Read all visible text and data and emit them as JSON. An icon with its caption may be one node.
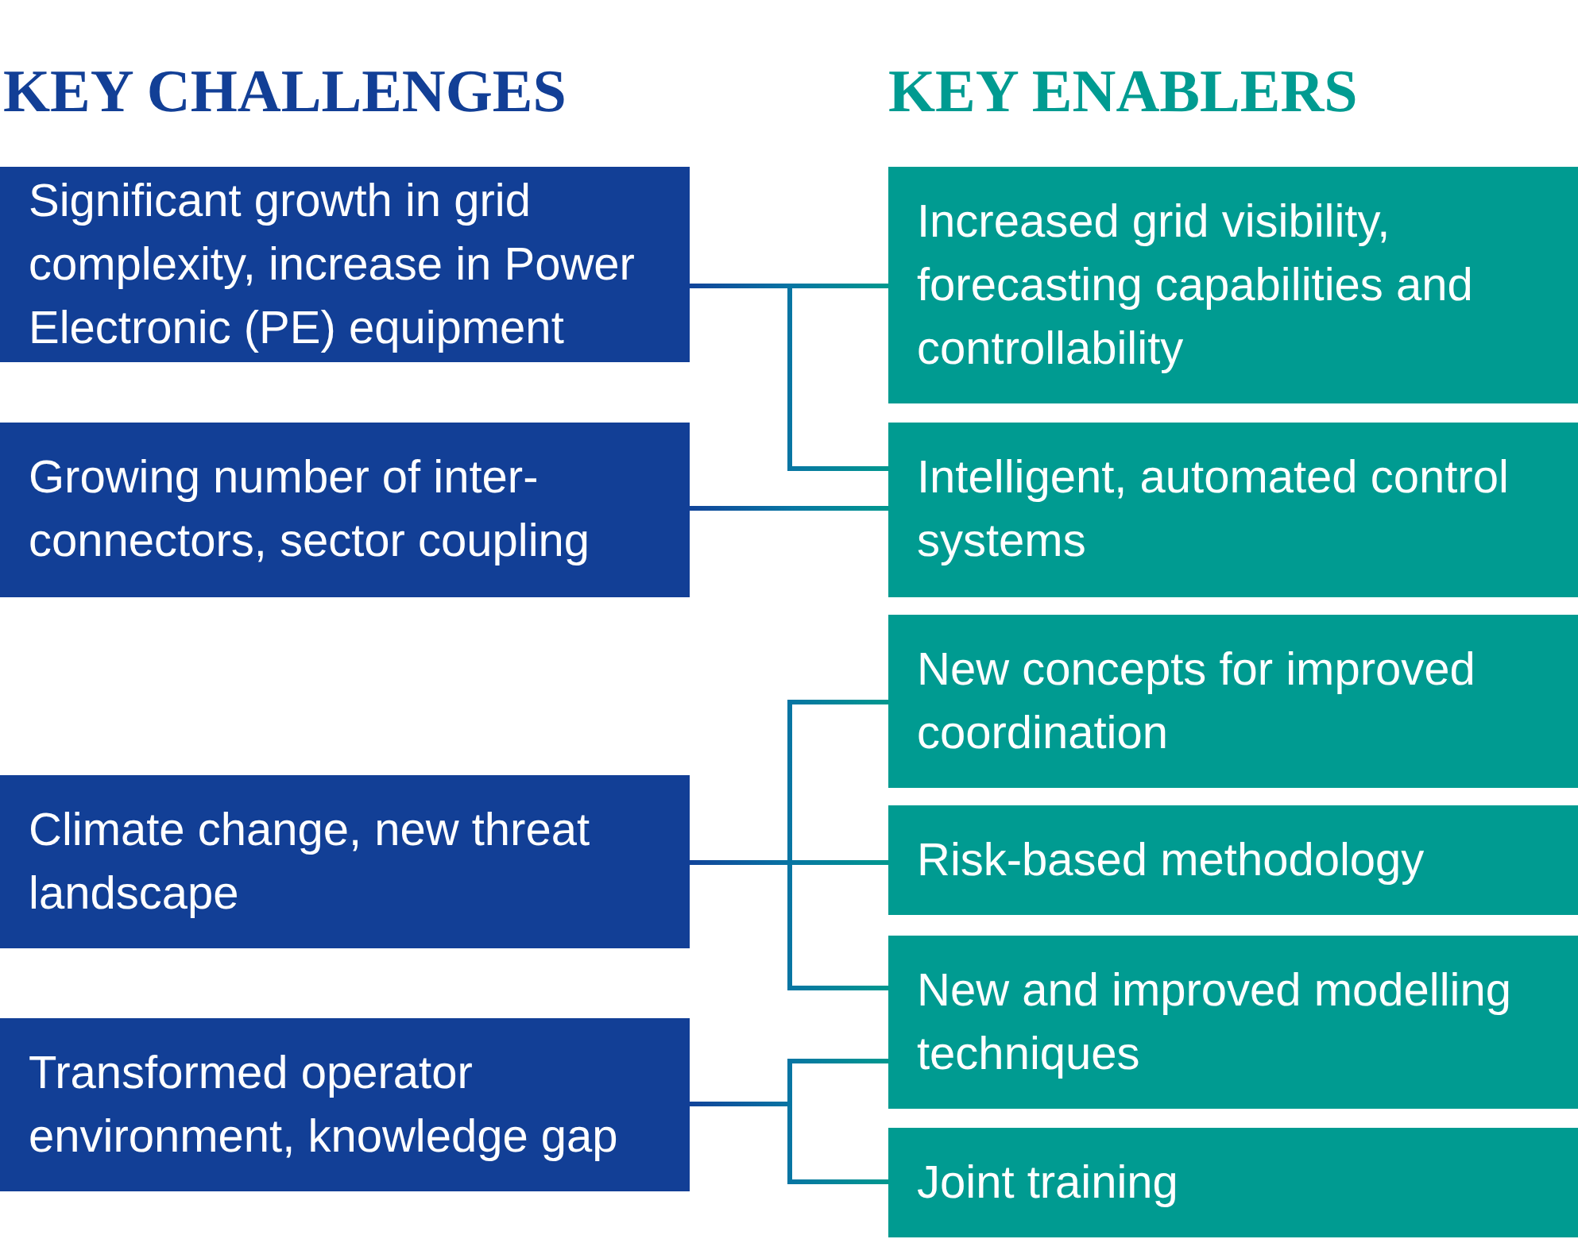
{
  "diagram": {
    "nodes": [
      {
        "text": [
          "Significant growth in grid complexity, increase in Power Electronic (PE) equipment"
        ]
      },
      {
        "text": [
          "Growing number of inter-connectors, sector coupling"
        ]
      },
      {
        "text": [
          "Climate change, new threat landscape"
        ]
      },
      {
        "text": [
          "Transformed operator environment, knowledge gap"
        ]
      },
      {
        "text": [
          "Increased grid visibility, forecasting capabilities and controllability"
        ]
      },
      {
        "text": [
          "Intelligent, automated control systems"
        ]
      },
      {
        "text": [
          "New concepts for improved coordination"
        ]
      },
      {
        "text": [
          "Risk-based methodology"
        ]
      },
      {
        "text": [
          "New and improved modelling techniques"
        ]
      },
      {
        "text": [
          "Joint training"
        ]
      }
    ],
    "edges": [
      {
        "from": 0,
        "to": 4,
        "arrow": "none"
      },
      {
        "from": 0,
        "to": 5,
        "arrow": "none"
      },
      {
        "from": 1,
        "to": 5,
        "arrow": "none"
      },
      {
        "from": 2,
        "to": 6,
        "arrow": "none"
      },
      {
        "from": 2,
        "to": 7,
        "arrow": "none"
      },
      {
        "from": 2,
        "to": 8,
        "arrow": "none"
      },
      {
        "from": 3,
        "to": 8,
        "arrow": "none"
      },
      {
        "from": 3,
        "to": 9,
        "arrow": "none"
      }
    ],
    "labels": [
      "KEY CHALLENGES",
      "KEY ENABLERS"
    ]
  }
}
